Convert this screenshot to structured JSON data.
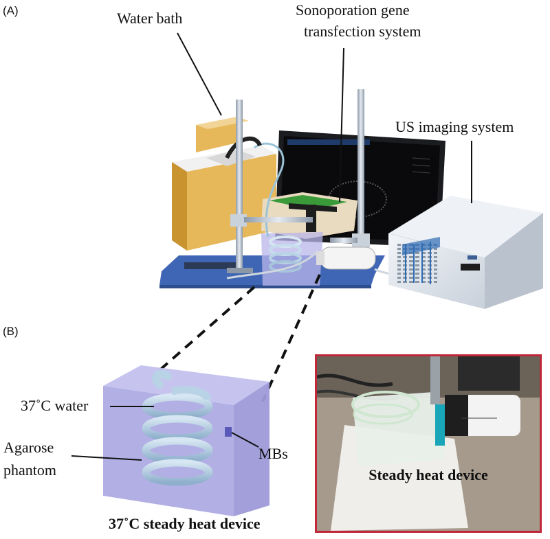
{
  "panels": {
    "a_tag": "(A)",
    "b_tag": "(B)"
  },
  "panel_a": {
    "water_bath": "Water bath",
    "sonoporation_line1": "Sonoporation gene",
    "sonoporation_line2": "transfection system",
    "us_imaging": "US imaging system"
  },
  "panel_b": {
    "water_label": "37˚C water",
    "mbs_label": "MBs",
    "agarose_line1": "Agarose",
    "agarose_line2": "phantom",
    "device_caption": "37˚C steady heat device",
    "photo_caption": "Steady heat device"
  },
  "colors": {
    "photo_border": "#c0283a",
    "phantom_fill": "#a9a6e0",
    "coil": "#b9d3e6",
    "water_bath": "#e7b85a",
    "instrument": "#e7ecf2",
    "base_plate": "#3f66b4"
  }
}
